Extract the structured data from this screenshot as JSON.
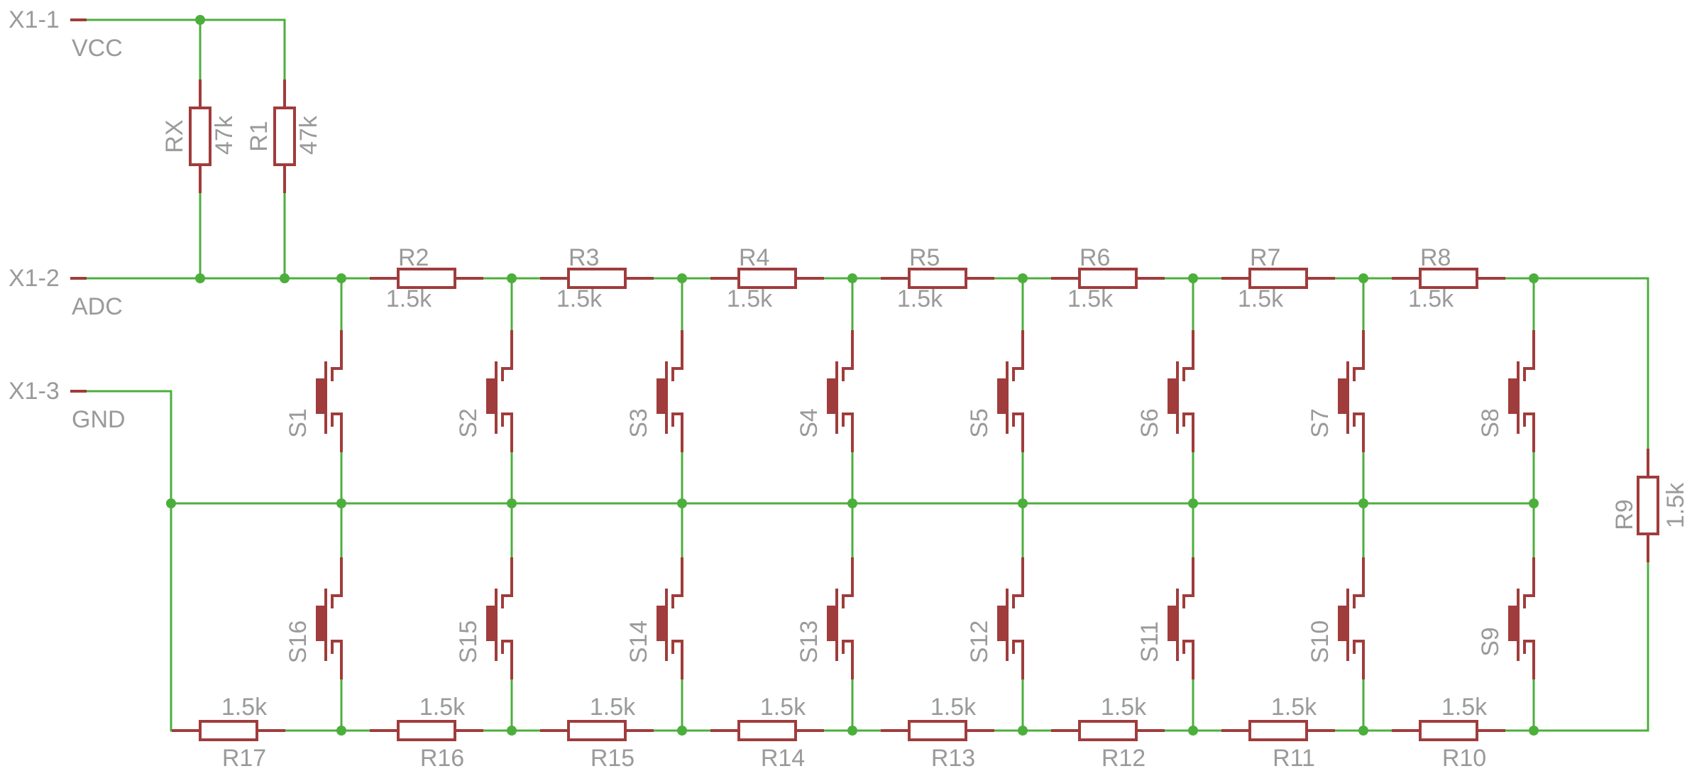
{
  "connector": [
    {
      "pin": "X1-1",
      "net": "VCC"
    },
    {
      "pin": "X1-2",
      "net": "ADC"
    },
    {
      "pin": "X1-3",
      "net": "GND"
    }
  ],
  "pullups": [
    {
      "name": "RX",
      "value": "47k"
    },
    {
      "name": "R1",
      "value": "47k"
    }
  ],
  "top_resistors": [
    {
      "name": "R2",
      "value": "1.5k"
    },
    {
      "name": "R3",
      "value": "1.5k"
    },
    {
      "name": "R4",
      "value": "1.5k"
    },
    {
      "name": "R5",
      "value": "1.5k"
    },
    {
      "name": "R6",
      "value": "1.5k"
    },
    {
      "name": "R7",
      "value": "1.5k"
    },
    {
      "name": "R8",
      "value": "1.5k"
    }
  ],
  "right_resistor": {
    "name": "R9",
    "value": "1.5k"
  },
  "bottom_resistors": [
    {
      "name": "R17",
      "value": "1.5k"
    },
    {
      "name": "R16",
      "value": "1.5k"
    },
    {
      "name": "R15",
      "value": "1.5k"
    },
    {
      "name": "R14",
      "value": "1.5k"
    },
    {
      "name": "R13",
      "value": "1.5k"
    },
    {
      "name": "R12",
      "value": "1.5k"
    },
    {
      "name": "R11",
      "value": "1.5k"
    },
    {
      "name": "R10",
      "value": "1.5k"
    }
  ],
  "top_switches": [
    "S1",
    "S2",
    "S3",
    "S4",
    "S5",
    "S6",
    "S7",
    "S8"
  ],
  "bottom_switches": [
    "S16",
    "S15",
    "S14",
    "S13",
    "S12",
    "S11",
    "S10",
    "S9"
  ],
  "colors": {
    "wire": "#4caf3c",
    "component": "#a03c3c",
    "label": "#9a9a9a"
  }
}
